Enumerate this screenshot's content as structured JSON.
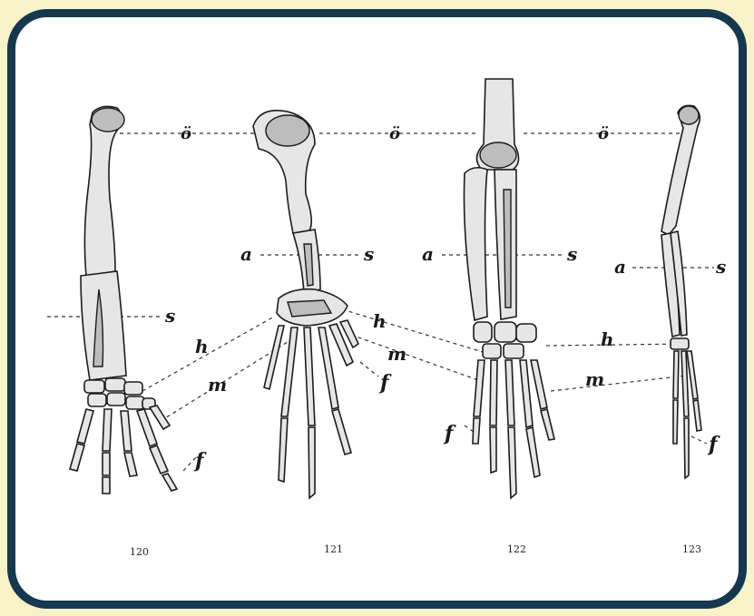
{
  "figure": {
    "labels": {
      "o_umlaut": "ö",
      "a": "a",
      "s": "s",
      "h": "h",
      "m": "m",
      "f": "f"
    },
    "figure_numbers": [
      "120",
      "121",
      "122",
      "123"
    ]
  },
  "colors": {
    "background": "#f7f2c8",
    "frame_border": "#16384f",
    "card": "#ffffff"
  }
}
